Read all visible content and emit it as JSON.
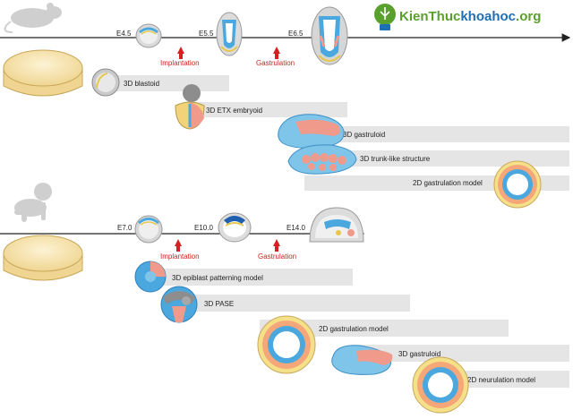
{
  "brand": {
    "name_part1": "KienThuc",
    "name_part2": "khoahoc",
    "domain": ".org",
    "color_green": "#5aa02c",
    "color_blue": "#1f6fb5"
  },
  "mouse": {
    "stages": [
      "E4.5",
      "E5.5",
      "E6.5"
    ],
    "events": [
      "Implantation",
      "Gastrulation"
    ],
    "models": [
      "3D blastoid",
      "3D ETX embryoid",
      "3D gastruloid",
      "3D trunk-like structure",
      "2D gastrulation model"
    ]
  },
  "human": {
    "stages": [
      "E7.0",
      "E10.0",
      "E14.0"
    ],
    "events": [
      "Implantation",
      "Gastrulation"
    ],
    "models": [
      "3D epiblast patterning model",
      "3D PASE",
      "2D gastrulation model",
      "3D gastruloid",
      "2D neurulation model"
    ]
  },
  "colors": {
    "event_arrow": "#d42020",
    "bar": "#e5e5e5",
    "dish": "#f5e3b0",
    "embryo_blue": "#4aa8de",
    "embryo_pink": "#f09a8c"
  }
}
